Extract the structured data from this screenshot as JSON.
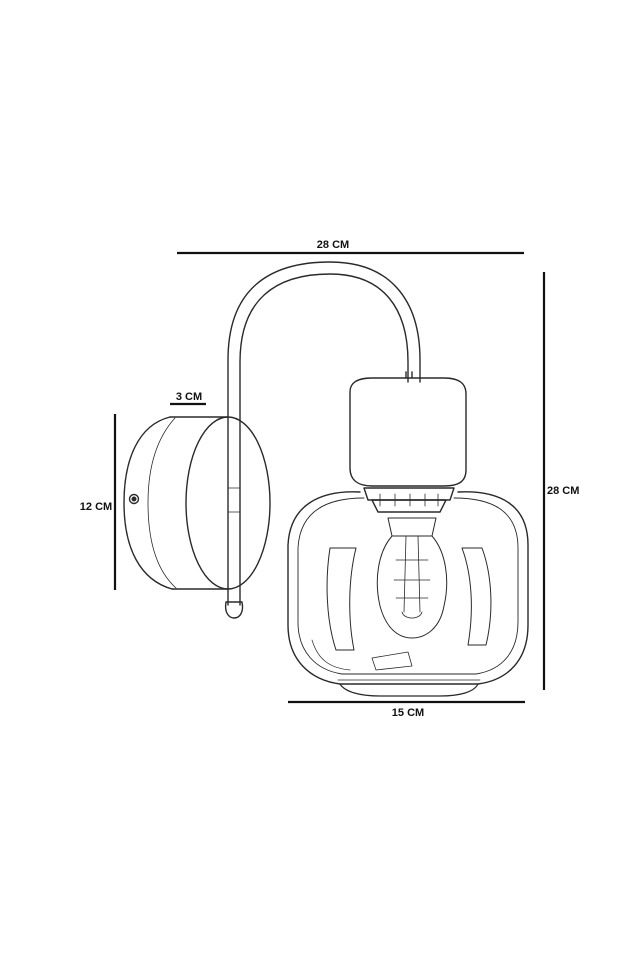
{
  "dimensions": {
    "top_width": "28 CM",
    "right_height": "28 CM",
    "base_depth": "3 CM",
    "base_height": "12 CM",
    "shade_width": "15 CM"
  },
  "colors": {
    "line": "#111111",
    "sketch": "#2a2a2a",
    "background": "#ffffff"
  }
}
